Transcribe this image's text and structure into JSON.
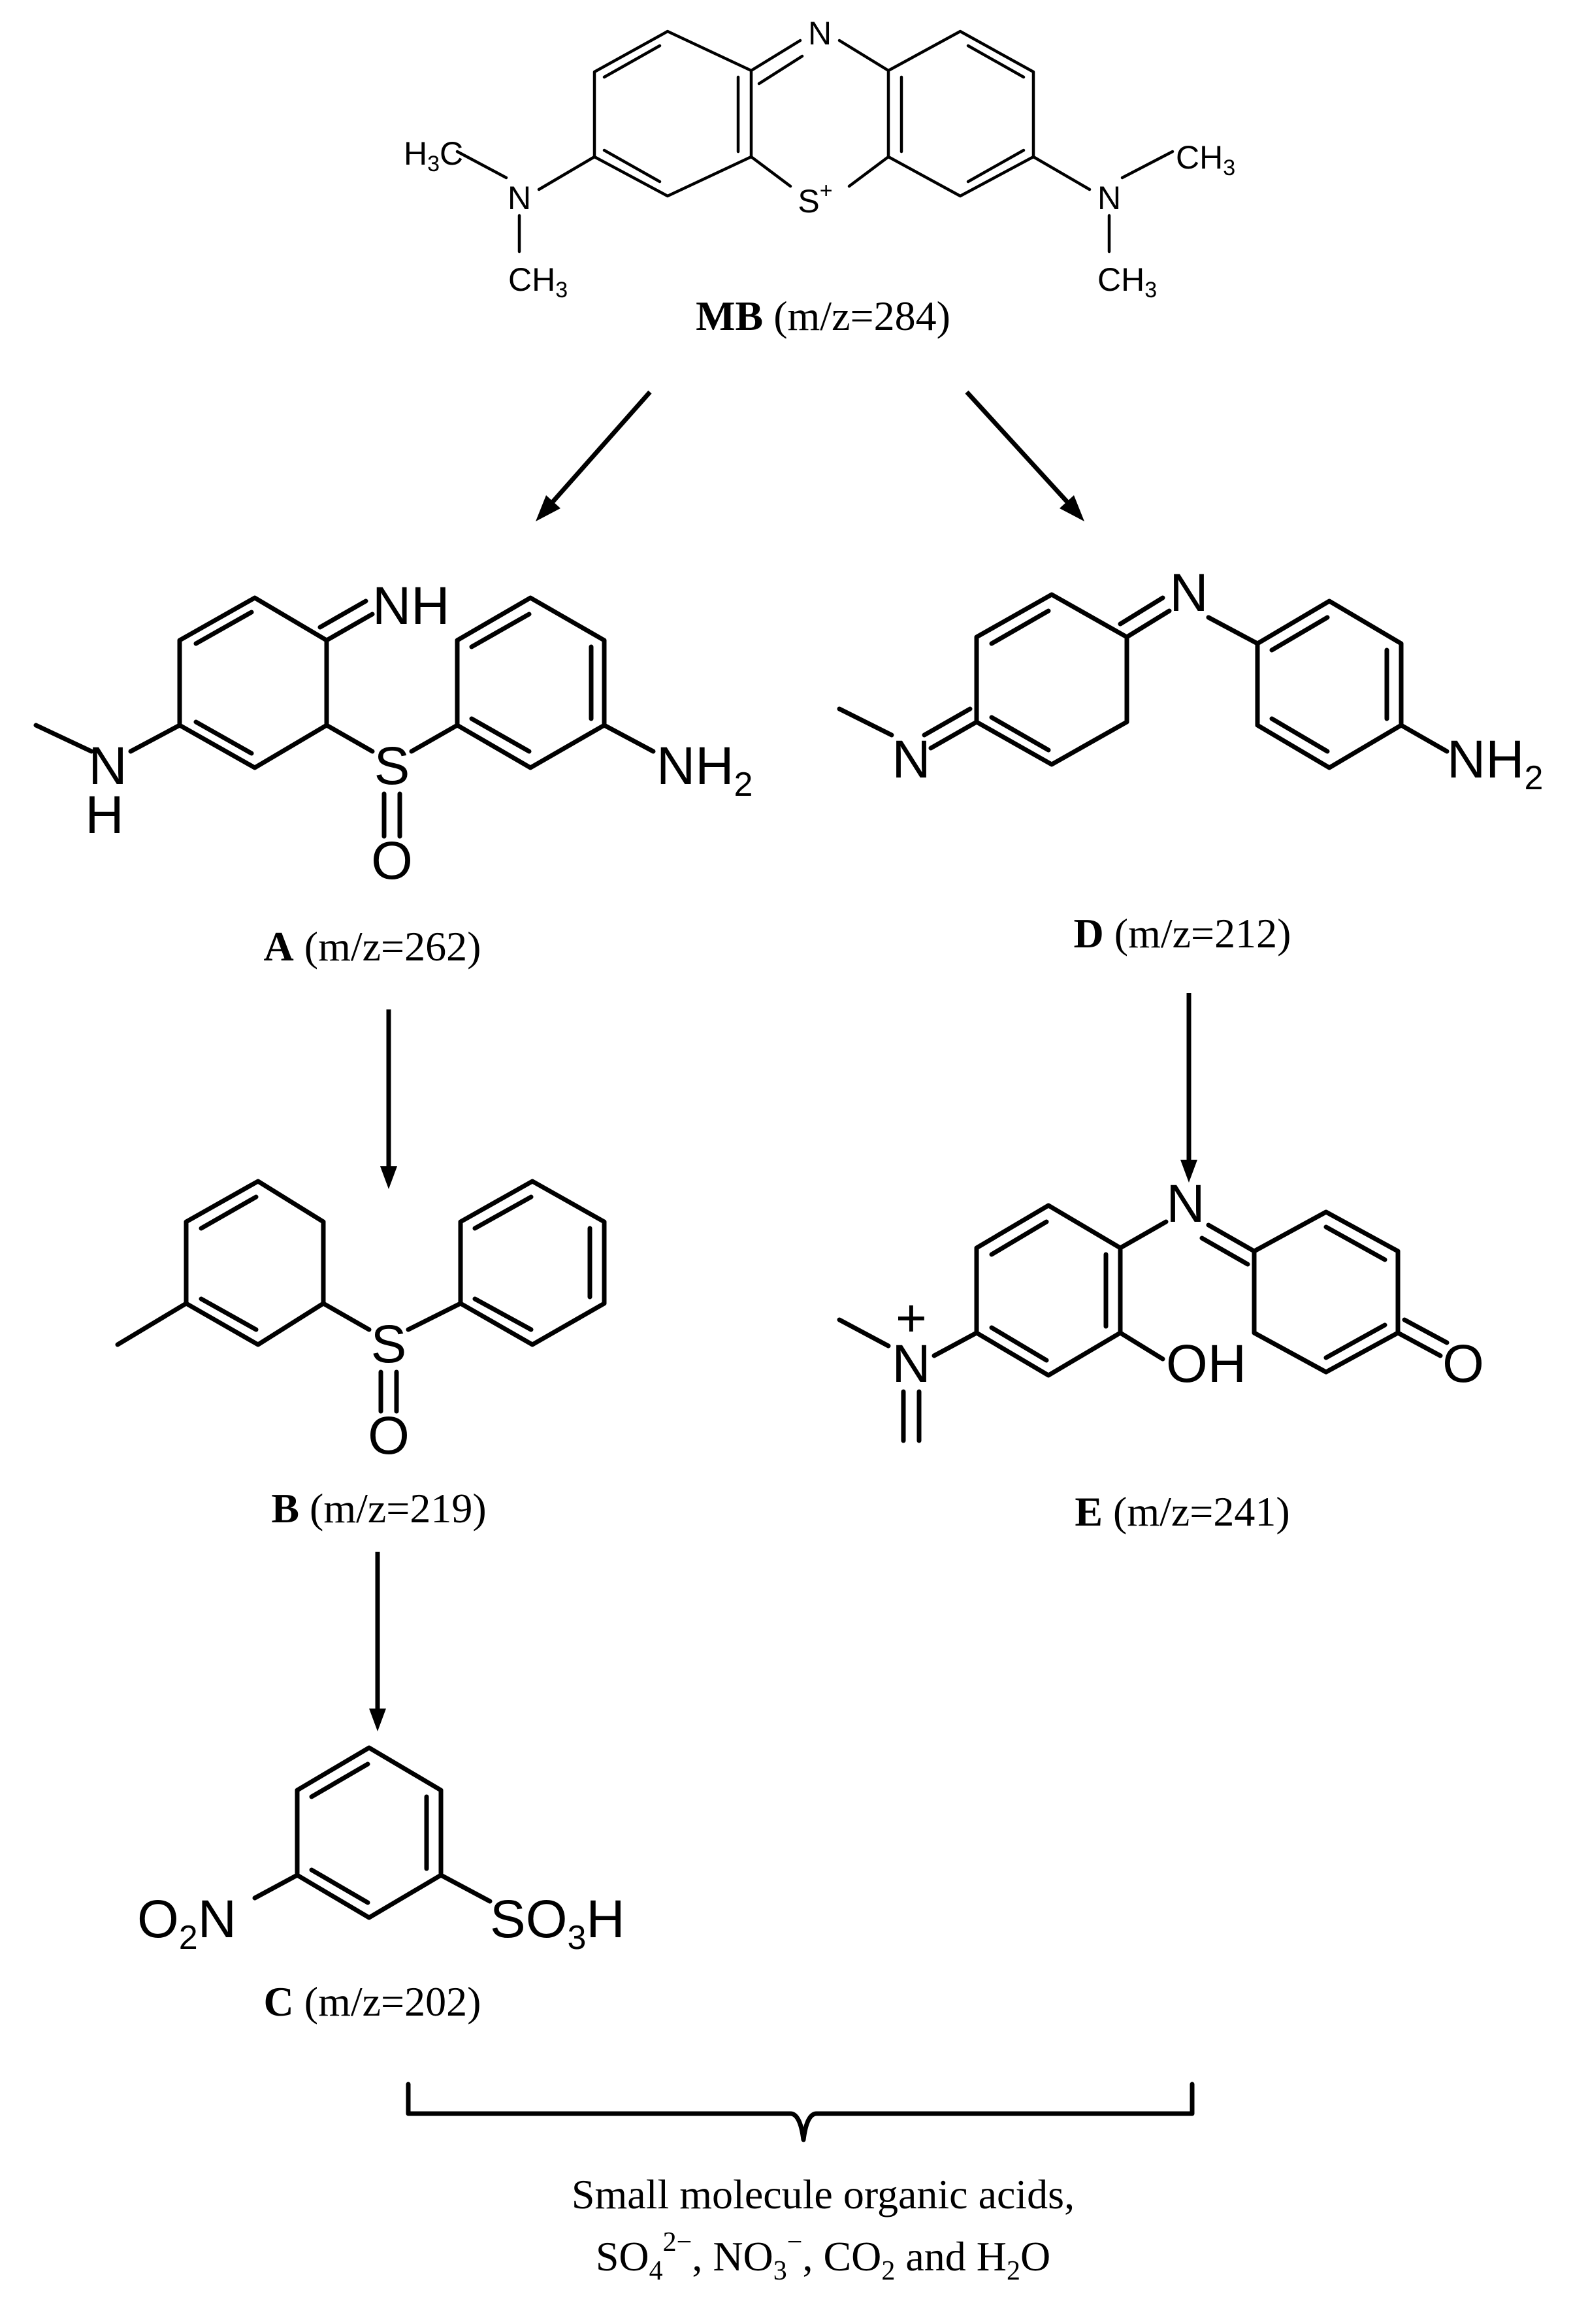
{
  "labels": {
    "mb": {
      "name": "MB",
      "mz": " (m/z=284)"
    },
    "a": {
      "name": "A",
      "mz": " (m/z=262)"
    },
    "b": {
      "name": "B",
      "mz": " (m/z=219)"
    },
    "c": {
      "name": "C",
      "mz": " (m/z=202)"
    },
    "d": {
      "name": "D",
      "mz": " (m/z=212)"
    },
    "e": {
      "name": "E",
      "mz": " (m/z=241)"
    }
  },
  "atoms": {
    "N": "N",
    "S": "S",
    "O": "O",
    "H": "H",
    "NH": "NH",
    "NH2": "NH",
    "NH2_sub": "2",
    "OH": "OH",
    "plus": "+",
    "CH3_C": "CH",
    "CH3_sub": "3",
    "H3C_H": "H",
    "H3C_C": "C",
    "O2N_O": "O",
    "O2N_sub": "2",
    "O2N_N": "N",
    "SO3H_SO": "SO",
    "SO3H_sub": "3",
    "SO3H_H": "H"
  },
  "products": {
    "line1": "Small molecule organic acids,",
    "so4": "SO",
    "so4_sub": "4",
    "so4_sup": "2−",
    "no3": ", NO",
    "no3_sub": "3",
    "no3_sup": "−",
    "co2": ", CO",
    "co2_sub": "2",
    "h2o": " and H",
    "h2o_sub": "2",
    "h2o_end": "O"
  }
}
